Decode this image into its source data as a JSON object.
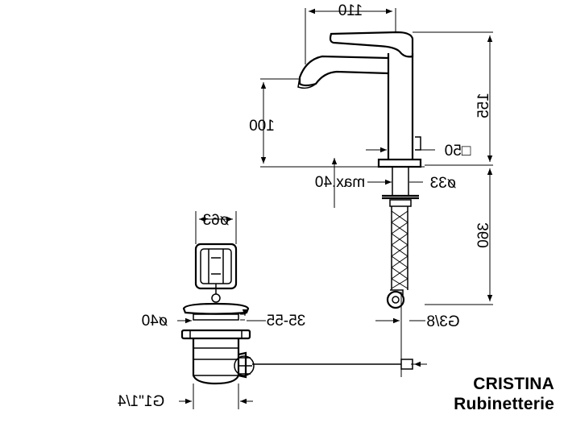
{
  "dimensions": {
    "width_110": "110",
    "height_155": "155",
    "spout_100": "100",
    "square_50": "□50",
    "dia_33": "ø33",
    "max_40": "max.40",
    "hose_360": "360",
    "dia_63": "ø63",
    "dia_40": "ø40",
    "range_35_55": "35-55",
    "thread_g38": "G3/8",
    "thread_g114": "G1\"1/4"
  },
  "brand": {
    "line1": "CRISTINA",
    "line2": "Rubinetterie"
  }
}
